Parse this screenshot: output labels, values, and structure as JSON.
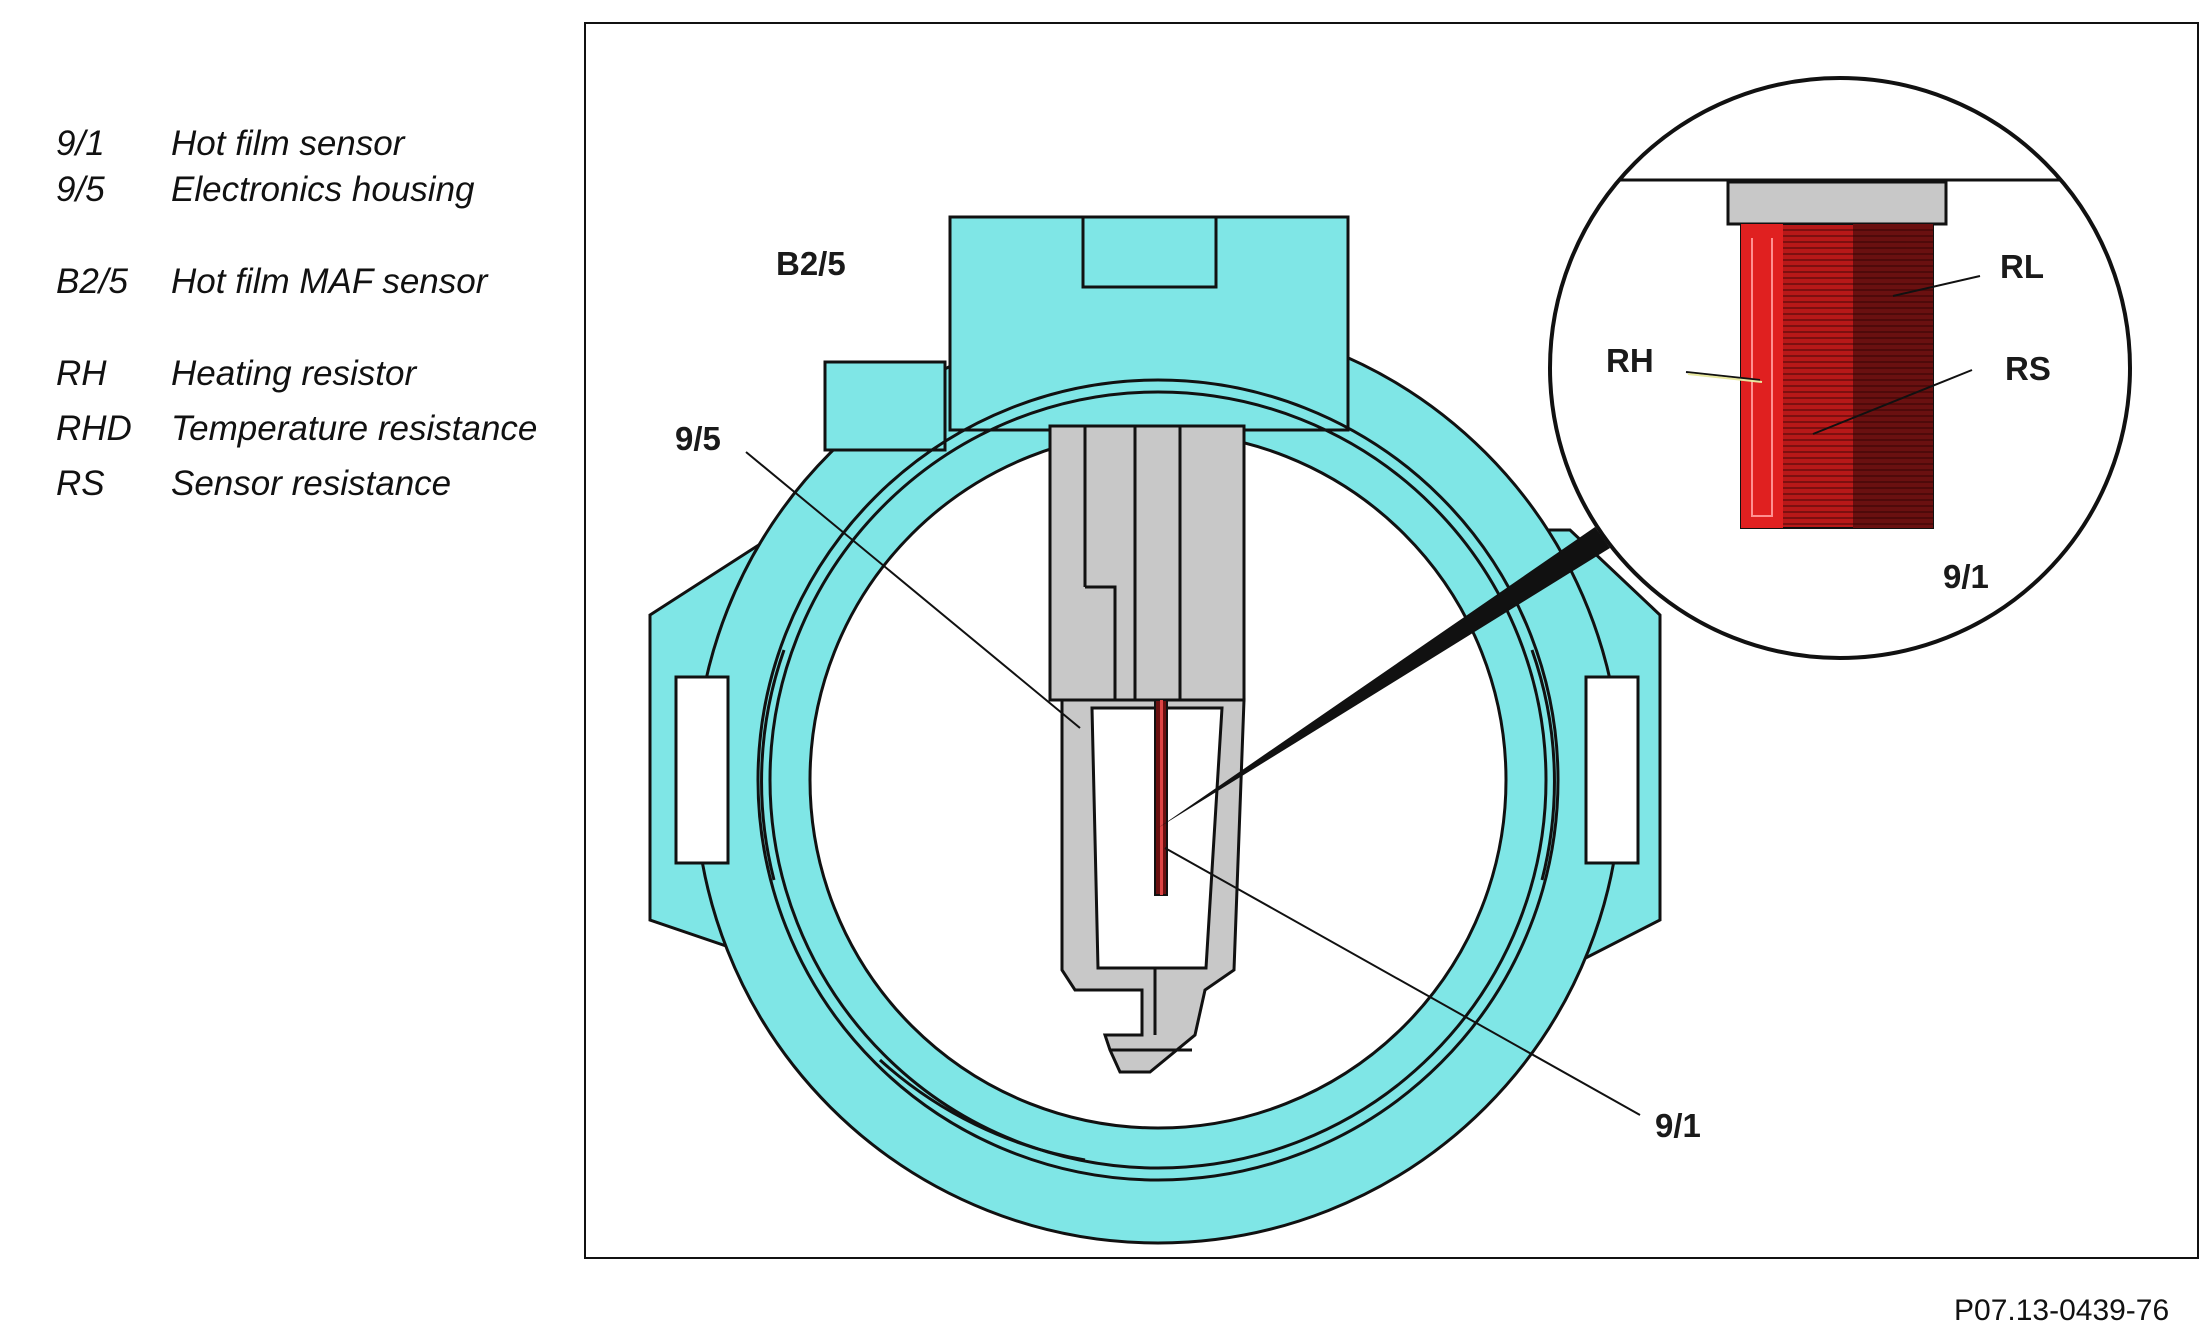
{
  "legend": {
    "items": [
      {
        "code": "9/1",
        "description": "Hot film sensor"
      },
      {
        "code": "9/5",
        "description": "Electronics housing"
      },
      {
        "code": "B2/5",
        "description": "Hot film MAF sensor"
      },
      {
        "code": "RH",
        "description": "Heating resistor"
      },
      {
        "code": "RHD",
        "description": "Temperature resistance"
      },
      {
        "code": "RS",
        "description": "Sensor resistance"
      }
    ]
  },
  "diagram": {
    "callouts": {
      "b25": "B2/5",
      "housing": "9/5",
      "sensor": "9/1",
      "rh": "RH",
      "rl": "RL",
      "rs": "RS",
      "inset_sensor": "9/1"
    },
    "colors": {
      "body": "#7fe6e6",
      "housing": "#c8c8c8",
      "film_bright": "#e02020",
      "film_mid": "#b81818",
      "film_dark": "#6a1010",
      "outline": "#111111"
    }
  },
  "figure_id": "P07.13-0439-76"
}
